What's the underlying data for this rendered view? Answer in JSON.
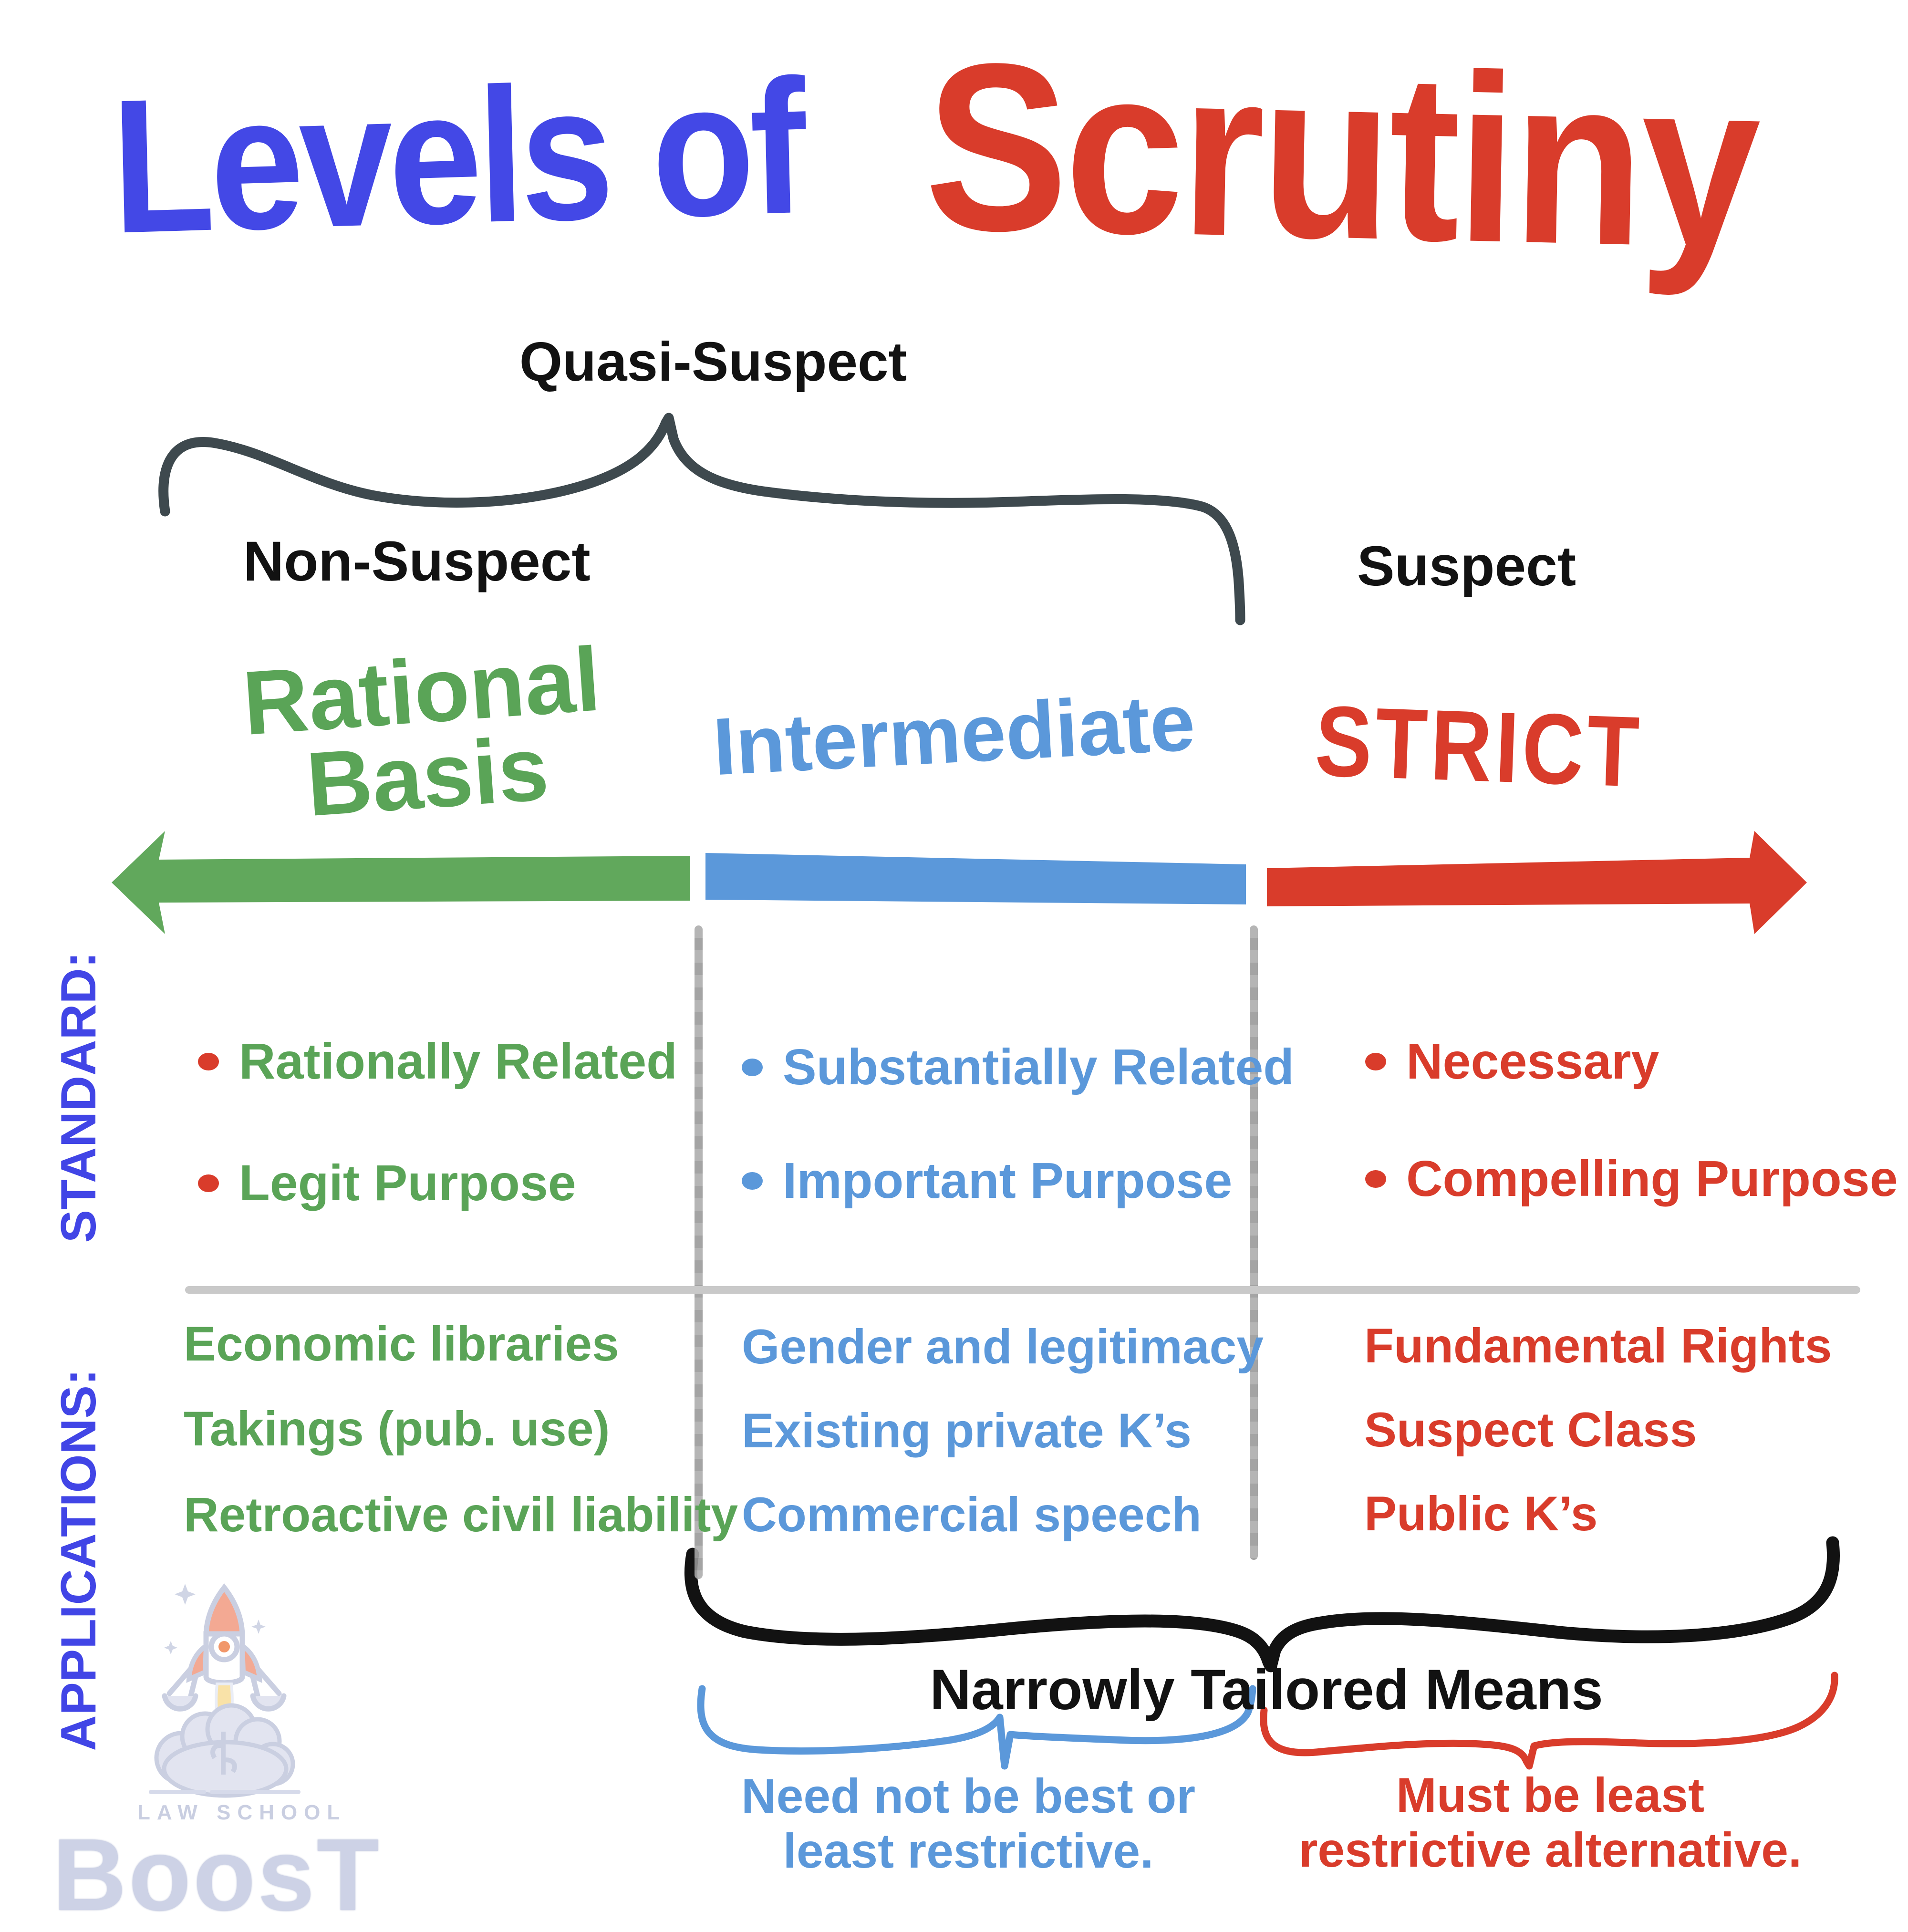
{
  "title": {
    "levels_of": "Levels of",
    "scrutiny": "Scrutiny"
  },
  "category_labels": {
    "quasi_suspect": "Quasi-Suspect",
    "non_suspect": "Non-Suspect",
    "suspect": "Suspect"
  },
  "side_labels": {
    "standard": "STANDARD:",
    "applications": "APPLICATIONS:"
  },
  "columns": [
    {
      "name": "Rational Basis",
      "heading_line1": "Rational",
      "heading_line2": "Basis",
      "standards": [
        "Rationally Related",
        "Legit Purpose"
      ],
      "applications": [
        "Economic libraries",
        "Takings (pub. use)",
        "Retroactive civil liability"
      ]
    },
    {
      "name": "Intermediate",
      "heading": "Intermediate",
      "standards": [
        "Substantially Related",
        "Important Purpose"
      ],
      "applications": [
        "Gender and legitimacy",
        "Existing private K’s",
        "Commercial speech"
      ]
    },
    {
      "name": "Strict",
      "heading": "STRICT",
      "standards": [
        "Necessary",
        "Compelling Purpose"
      ],
      "applications": [
        "Fundamental Rights",
        "Suspect Class",
        "Public K’s"
      ]
    }
  ],
  "bottom": {
    "narrowly_tailored": "Narrowly Tailored Means",
    "intermediate_note_line1": "Need not be best or",
    "intermediate_note_line2": "least restrictive.",
    "strict_note_line1": "Must be least",
    "strict_note_line2": "restrictive alternative."
  },
  "logo": {
    "top_text": "LAW SCHOOL",
    "bottom_text": "BoosT"
  },
  "colors": {
    "title_blue": "#4348e6",
    "side_label_blue": "#4145e6",
    "red": "#d93c2b",
    "green": "#5aa457",
    "intermediate_blue": "#5b98da",
    "brace_slate": "#3e494e",
    "black": "#121212",
    "divider_gray": "#c9c9c9",
    "watermark_lavender": "#d6daea"
  }
}
